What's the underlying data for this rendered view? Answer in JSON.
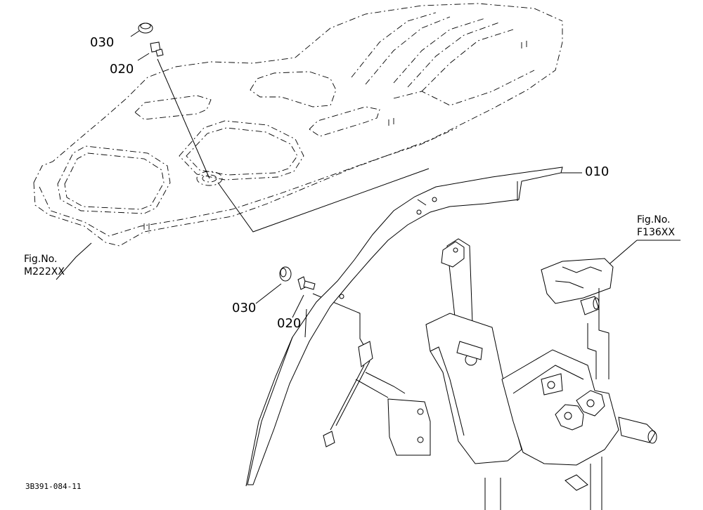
{
  "parts": [
    {
      "id": "p010",
      "label": "010"
    },
    {
      "id": "p020a",
      "label": "020"
    },
    {
      "id": "p030a",
      "label": "030"
    },
    {
      "id": "p020b",
      "label": "020"
    },
    {
      "id": "p030b",
      "label": "030"
    }
  ],
  "figure_refs": [
    {
      "line1": "Fig.No.",
      "line2": "M222XX"
    },
    {
      "line1": "Fig.No.",
      "line2": "F136XX"
    }
  ],
  "drawing_number": "3B391-084-11"
}
